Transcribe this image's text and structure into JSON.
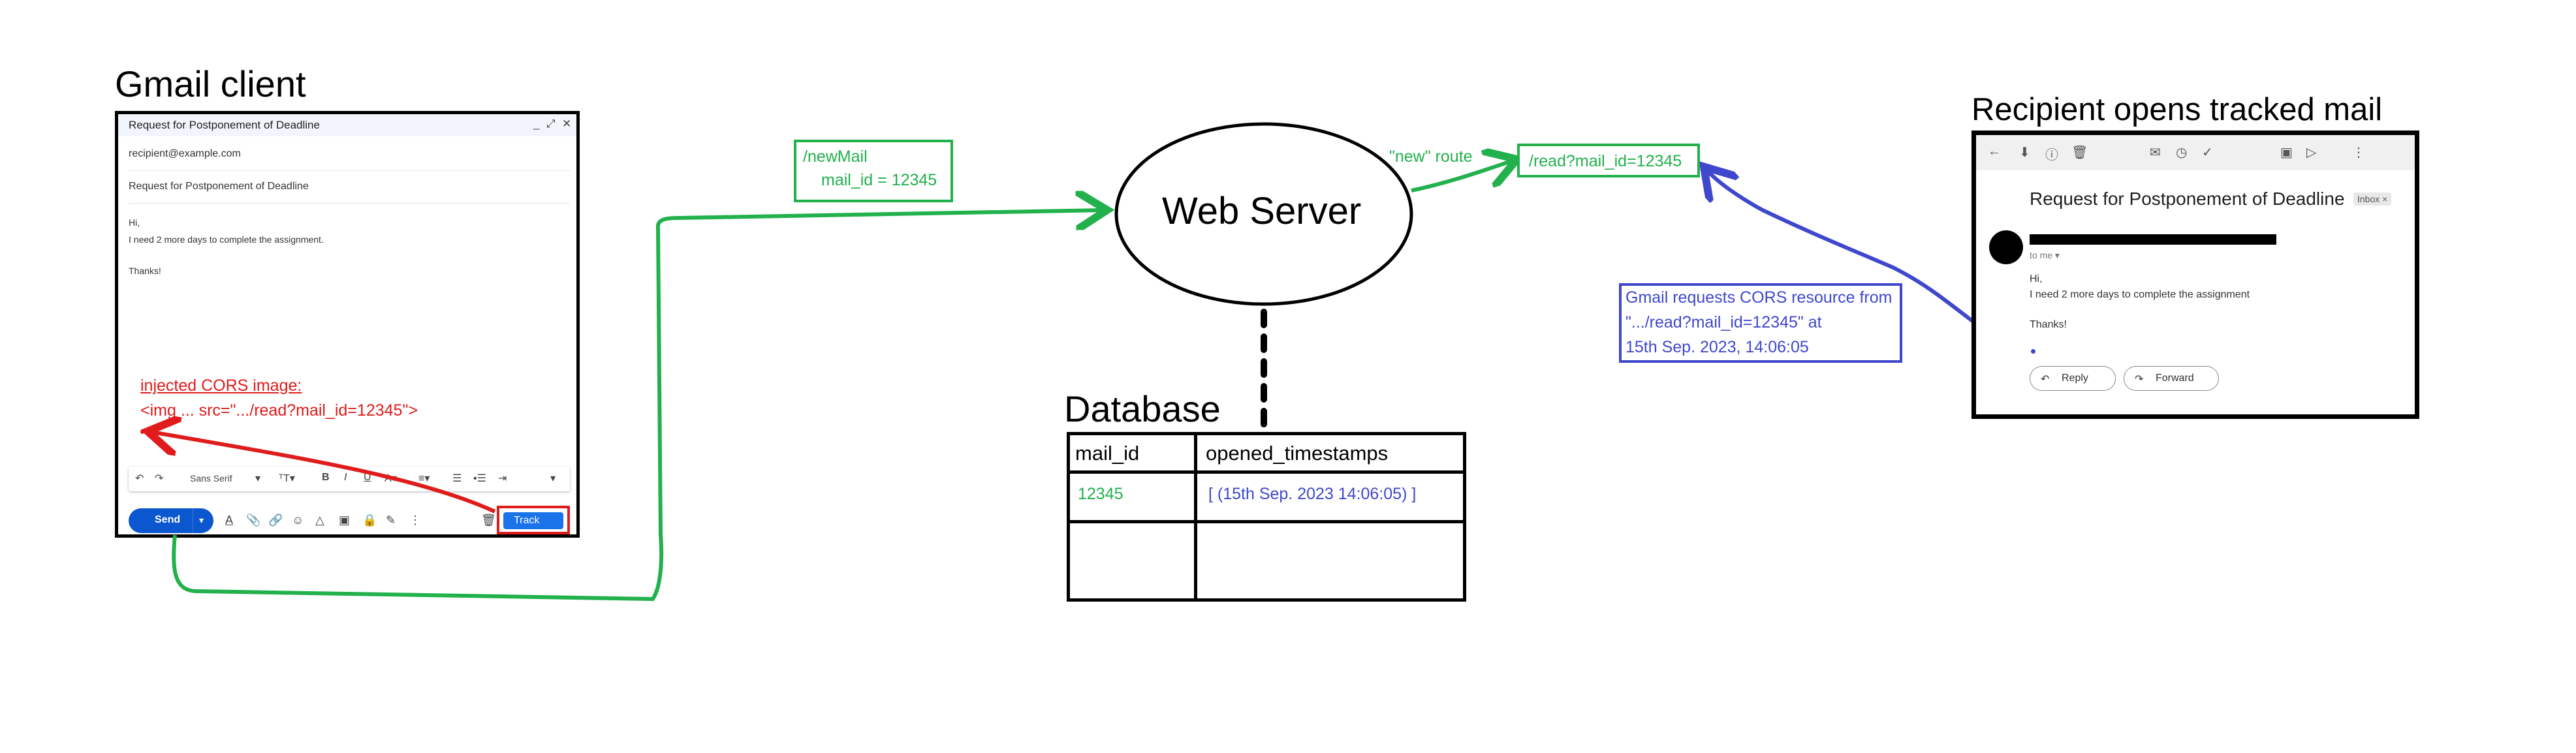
{
  "gmail_client": {
    "title": "Gmail client",
    "window": {
      "subject_title": "Request for Postponement of Deadline",
      "controls": [
        "_",
        "⤢",
        "✕"
      ],
      "to": "recipient@example.com",
      "subject": "Request for Postponement of Deadline",
      "body": [
        "Hi,",
        "I need 2 more days to complete the assignment.",
        "Thanks!"
      ],
      "injected_label": "injected CORS image:",
      "injected_code": "<img  ...  src=\".../read?mail_id=12345\">",
      "format_bar": [
        "↶",
        "↷",
        "Sans Serif",
        "▾",
        "ᵀT▾",
        "B",
        "I",
        "U",
        "A▾",
        "≡▾",
        "☰",
        "•☰",
        "⇥",
        "▾"
      ],
      "send_label": "Send",
      "send_more": "▾",
      "tool_icons": [
        "A",
        "📎",
        "🔗",
        "☺",
        "△",
        "▣",
        "🔒",
        "✎",
        "⋮",
        "🗑"
      ],
      "track_label": "Track"
    }
  },
  "flow": {
    "new_mail_line1": "/newMail",
    "new_mail_line2": "mail_id = 12345",
    "new_route": "\"new\" route",
    "read_route": "/read?mail_id=12345"
  },
  "server": {
    "label": "Web Server"
  },
  "database": {
    "title": "Database",
    "columns": [
      "mail_id",
      "opened_timestamps"
    ],
    "rows": [
      {
        "mail_id": "12345",
        "opened_timestamps": "[ (15th Sep. 2023 14:06:05) ]"
      },
      {
        "mail_id": "",
        "opened_timestamps": ""
      }
    ]
  },
  "cors_request": {
    "lines": [
      "Gmail requests CORS resource from",
      "\".../read?mail_id=12345\" at",
      "15th Sep. 2023, 14:06:05"
    ]
  },
  "recipient": {
    "title": "Recipient opens tracked mail",
    "toolbar_icons": [
      "←",
      "⬇",
      "ⓘ",
      "🗑",
      "✉",
      "◷",
      "✓",
      "▣",
      "▷",
      "⋮"
    ],
    "subject": "Request for Postponement of Deadline",
    "inbox_badge": "Inbox ×",
    "to_me": "to me ▾",
    "body": [
      "Hi,",
      "I need 2 more days to complete the assignment",
      "Thanks!"
    ],
    "reply_label": "Reply",
    "forward_label": "Forward"
  },
  "colors": {
    "green": "#22b14c",
    "red": "#e01b1b",
    "blue": "#3f48cc",
    "gmail_blue": "#0b57d0"
  }
}
